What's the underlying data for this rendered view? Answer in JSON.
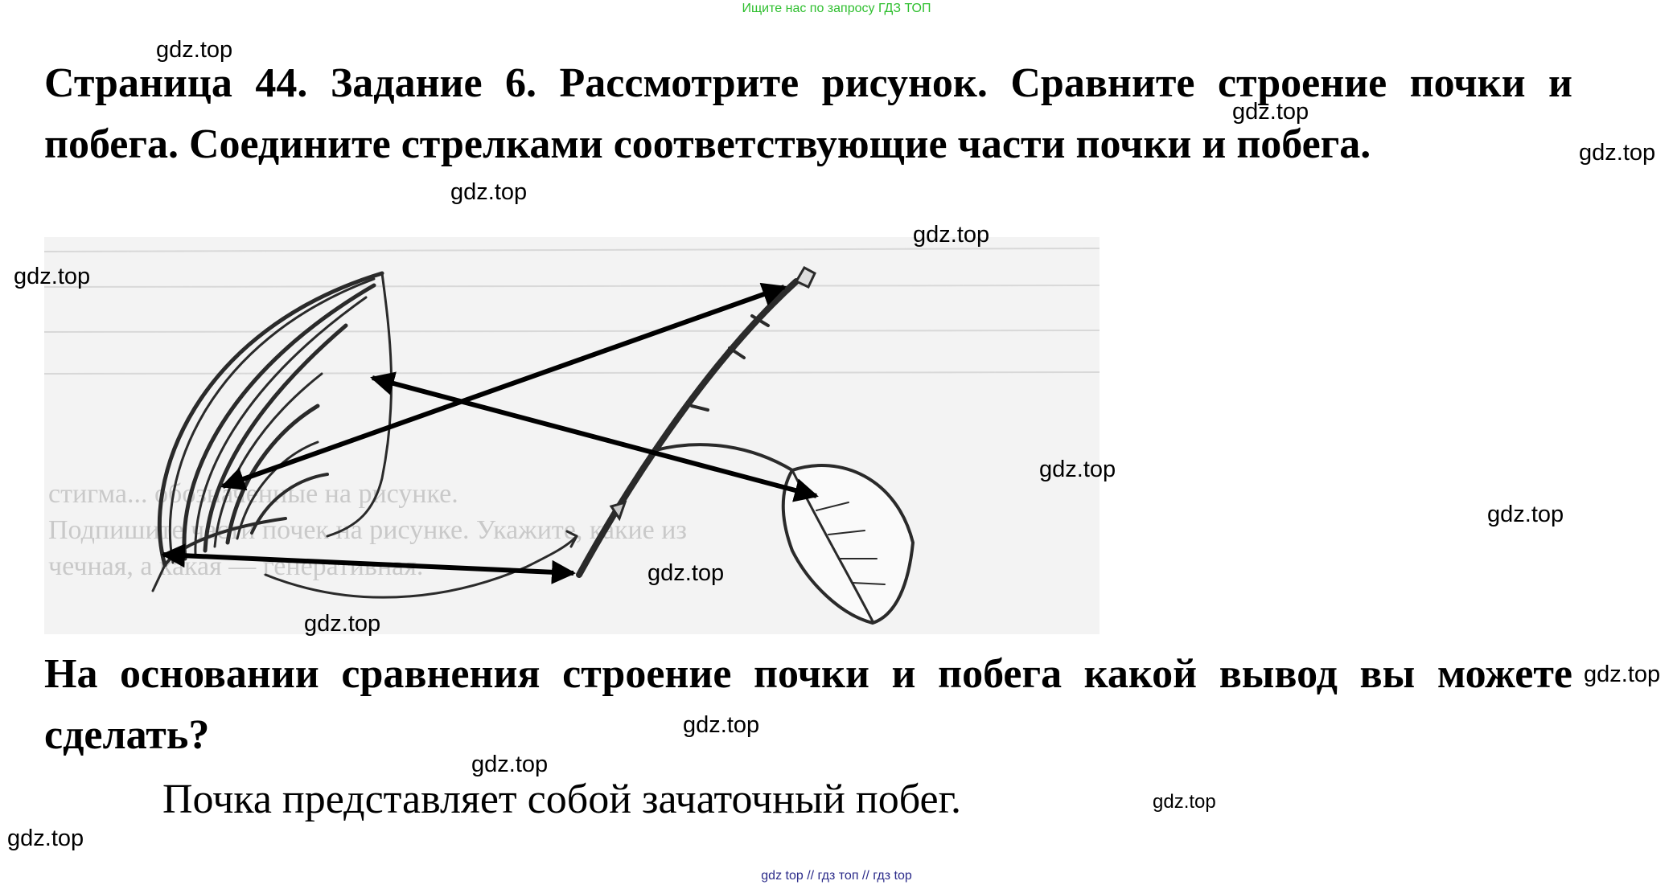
{
  "banner": "Ищите нас по запросу ГДЗ ТОП",
  "task_text": "Страница 44. Задание 6. Рассмотрите рисунок. Сравните строение почки и побега. Соедините стрелками соответствующие части почки и побега.",
  "figure": {
    "bg_text_line1": "Подпишите части почек на рисунке. Укажите, какие из",
    "bg_text_line2": "чечная, а какая — генеративная.",
    "bg_text_line0": "стигма... обозначенные на рисунке."
  },
  "question_text": "На основании сравнения строение почки и побега какой вывод вы можете сделать?",
  "answer_text": "Почка представляет собой зачаточный побег.",
  "watermark": "gdz.top",
  "footer": "gdz top // гдз топ // гдз top"
}
